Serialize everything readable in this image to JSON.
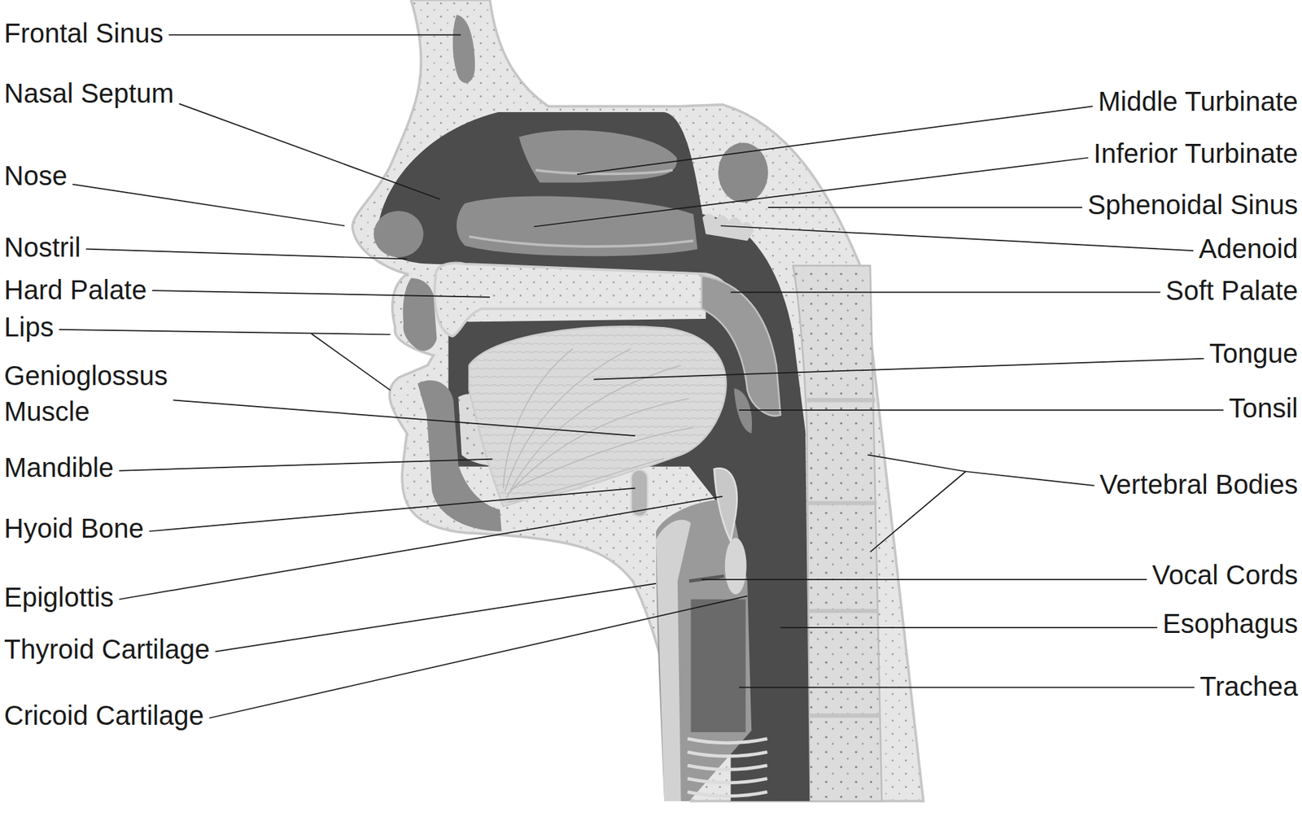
{
  "diagram": {
    "labels": [
      "Frontal Sinus",
      "Nasal Septum",
      "Nose",
      "Nostril",
      "Hard Palate",
      "Lips",
      "Genioglossus Muscle",
      "Mandible",
      "Hyoid Bone",
      "Epiglottis",
      "Thyroid Cartilage",
      "Cricoid Cartilage",
      "Middle Turbinate",
      "Inferior Turbinate",
      "Sphenoidal Sinus",
      "Adenoid",
      "Soft Palate",
      "Tongue",
      "Tonsil",
      "Vertebral Bodies",
      "Vocal Cords",
      "Esophagus",
      "Trachea"
    ]
  }
}
